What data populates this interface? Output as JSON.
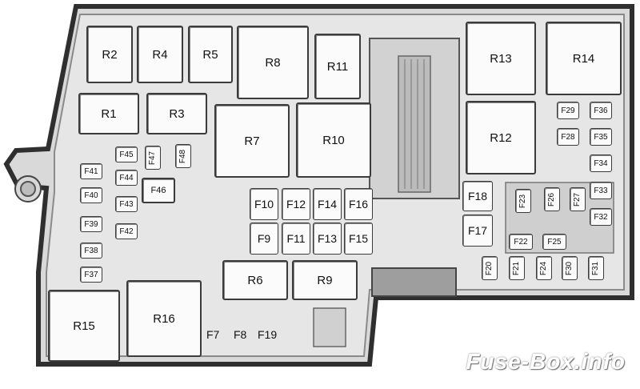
{
  "relays_large": [
    "R1",
    "R2",
    "R3",
    "R4",
    "R5",
    "R6",
    "R7",
    "R8",
    "R9",
    "R10",
    "R11",
    "R12",
    "R13",
    "R14",
    "R15",
    "R16"
  ],
  "fuses_mid": [
    "F10",
    "F12",
    "F14",
    "F16",
    "F9",
    "F11",
    "F13",
    "F15",
    "F18",
    "F17"
  ],
  "fuses_bottom": [
    "F7",
    "F8",
    "F19"
  ],
  "fuses_left": [
    "F41",
    "F40",
    "F39",
    "F38",
    "F37",
    "F44",
    "F43",
    "F42",
    "F45",
    "F47",
    "F48",
    "F46"
  ],
  "fuses_right": [
    "F29",
    "F36",
    "F28",
    "F35",
    "F34",
    "F33",
    "F32",
    "F23",
    "F26",
    "F27",
    "F22",
    "F25",
    "F20",
    "F21",
    "F24",
    "F30",
    "F31"
  ],
  "watermark": "Fuse-Box.info"
}
